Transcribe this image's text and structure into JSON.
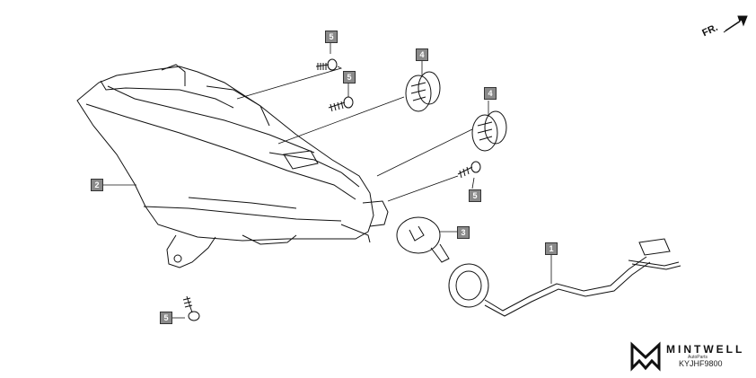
{
  "callouts": {
    "c1": "1",
    "c2": "2",
    "c3": "3",
    "c4a": "4",
    "c4b": "4",
    "c5a": "5",
    "c5b": "5",
    "c5c": "5",
    "c5d": "5"
  },
  "direction_label": "FR.",
  "brand": {
    "name": "MINTWELL",
    "tagline": "AutoParts"
  },
  "diagram_code": "KYJHF9800"
}
